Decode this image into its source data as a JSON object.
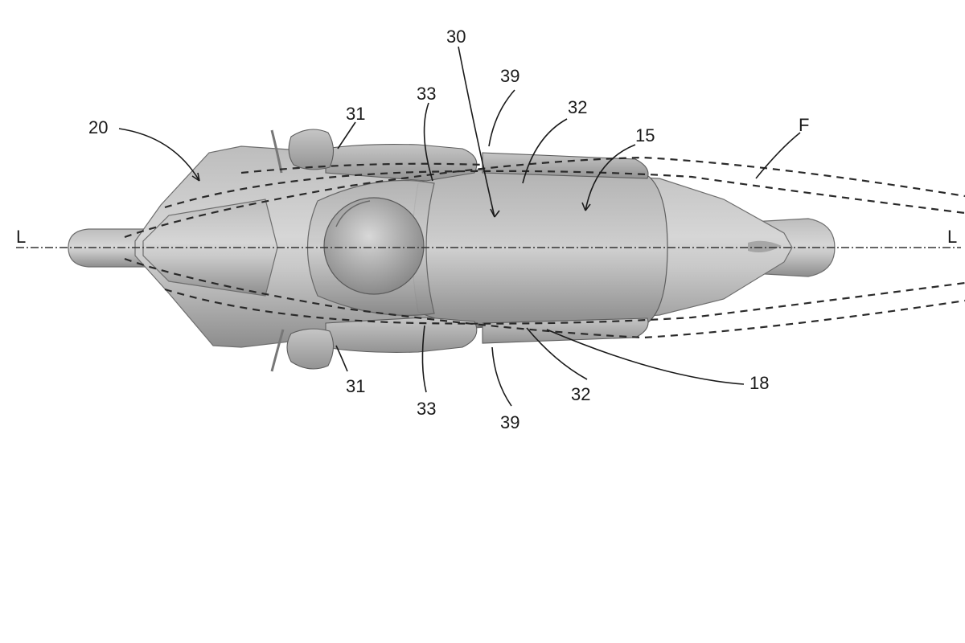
{
  "axis": {
    "left_label": "L",
    "right_label": "L"
  },
  "flow_label": "F",
  "reference_numerals": {
    "n30": "30",
    "n39_top": "39",
    "n33_top": "33",
    "n32_top": "32",
    "n31_top": "31",
    "n20": "20",
    "n15": "15",
    "n31_bottom": "31",
    "n33_bottom": "33",
    "n39_bottom": "39",
    "n32_bottom": "32",
    "n18": "18"
  }
}
